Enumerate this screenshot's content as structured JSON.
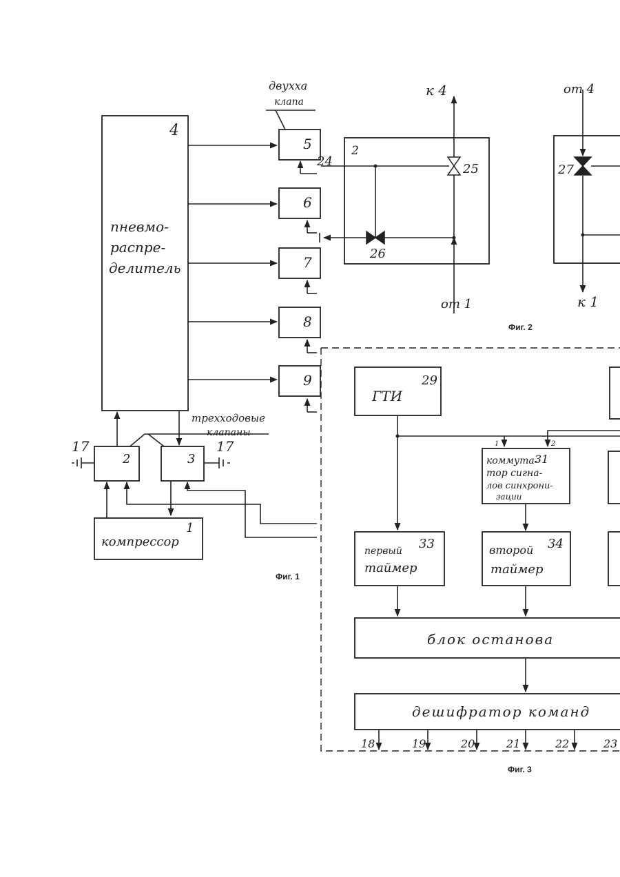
{
  "fig1": {
    "caption": "Фиг. 1",
    "distributor": {
      "number": "4",
      "label_lines": [
        "пневмо-",
        "распре-",
        "делитель"
      ]
    },
    "two_way_valves": {
      "label_line1": "двухха",
      "label_line2": "клапа",
      "numbers": [
        "5",
        "6",
        "7",
        "8",
        "9"
      ]
    },
    "three_way_valves": {
      "label_line1": "трехходовые",
      "label_line2": "клапаны"
    },
    "valve_2": "2",
    "valve_3": "3",
    "ref_17_left": "17",
    "ref_17_right": "17",
    "compressor": {
      "label": "компрессор",
      "number": "1"
    }
  },
  "fig2": {
    "caption": "Фиг. 2",
    "left": {
      "to_4": "к 4",
      "block": "2",
      "input": "24",
      "valve_top": "25",
      "valve_bottom": "26",
      "from_1": "от 1"
    },
    "right": {
      "from_4": "от 4",
      "valve": "27",
      "to_1": "к 1"
    }
  },
  "fig3": {
    "caption": "Фиг. 3",
    "gti": {
      "label": "ГТИ",
      "number": "29"
    },
    "commutator": {
      "label_lines": [
        "коммута-",
        "тор сигна-",
        "лов синхрони-",
        "зации"
      ],
      "number": "31",
      "tap1": "1",
      "tap2": "2"
    },
    "timer1": {
      "line1": "первый",
      "line2": "таймер",
      "number": "33"
    },
    "timer2": {
      "line1": "второй",
      "line2": "таймер",
      "number": "34"
    },
    "stop_block": "блок останова",
    "decoder": "дешифратор команд",
    "outputs": [
      "18",
      "19",
      "20",
      "21",
      "22",
      "23"
    ]
  }
}
